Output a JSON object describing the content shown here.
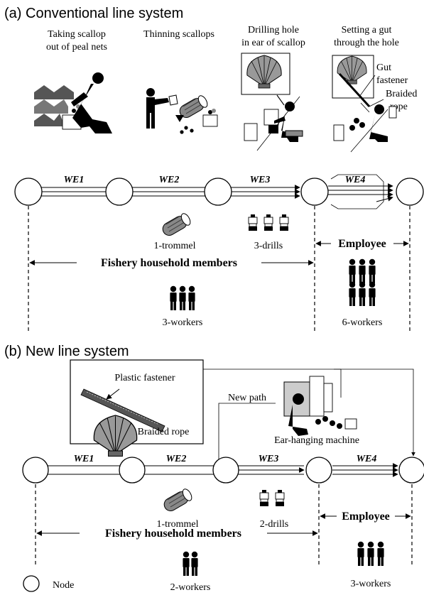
{
  "section_a": {
    "title": "(a) Conventional line system",
    "tasks": [
      {
        "line1": "Taking scallop",
        "line2": "out of peal nets"
      },
      {
        "line1": "Thinning scallops",
        "line2": ""
      },
      {
        "line1": "Drilling hole",
        "line2": "in  ear of scallop"
      },
      {
        "line1": "Setting a gut",
        "line2": "through the hole"
      }
    ],
    "callouts": {
      "gut_fastener_1": "Gut",
      "gut_fastener_2": "fastener",
      "braided_rope_1": "Braided",
      "braided_rope_2": "rope"
    },
    "work_elements": [
      "WE1",
      "WE2",
      "WE3",
      "WE4"
    ],
    "equipment": {
      "trommel": "1-trommel",
      "drills": "3-drills"
    },
    "groups": {
      "household": "Fishery  household  members",
      "employee": "Employee"
    },
    "workers": {
      "household": "3-workers",
      "employee": "6-workers"
    }
  },
  "section_b": {
    "title": "(b)  New line system",
    "callouts": {
      "plastic_fastener": "Plastic fastener",
      "braided_rope": "Braided rope",
      "new_path": "New path",
      "machine": "Ear-hanging machine"
    },
    "work_elements": [
      "WE1",
      "WE2",
      "WE3",
      "WE4"
    ],
    "equipment": {
      "trommel": "1-trommel",
      "drills": "2-drills"
    },
    "groups": {
      "household": "Fishery  household  members",
      "employee": "Employee"
    },
    "workers": {
      "household": "2-workers",
      "employee": "3-workers"
    }
  },
  "legend": {
    "node": "Node"
  }
}
